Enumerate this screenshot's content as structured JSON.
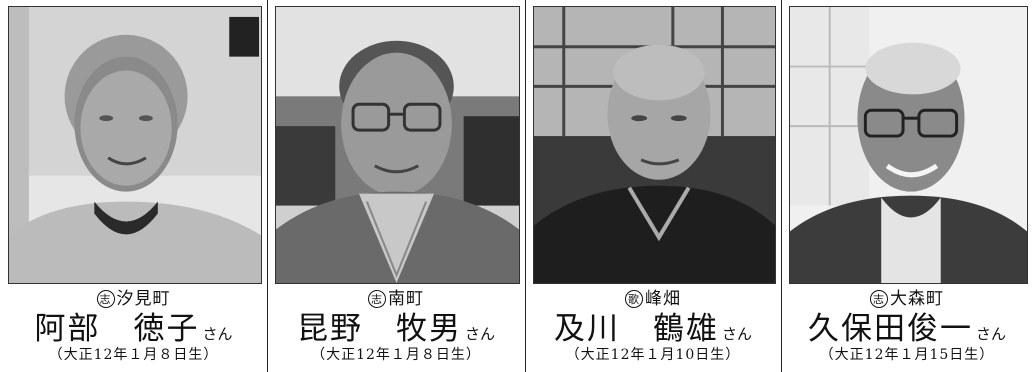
{
  "people": [
    {
      "district_mark": "志",
      "district": "汐見町",
      "name": "阿部　徳子",
      "honorific": "さん",
      "birth": "（大正12年１月８日生）"
    },
    {
      "district_mark": "志",
      "district": "南町",
      "name": "昆野　牧男",
      "honorific": "さん",
      "birth": "（大正12年１月８日生）"
    },
    {
      "district_mark": "歌",
      "district": "峰畑",
      "name": "及川　鶴雄",
      "honorific": "さん",
      "birth": "（大正12年１月10日生）"
    },
    {
      "district_mark": "志",
      "district": "大森町",
      "name": "久保田俊一",
      "honorific": "さん",
      "birth": "（大正12年１月15日生）"
    }
  ]
}
